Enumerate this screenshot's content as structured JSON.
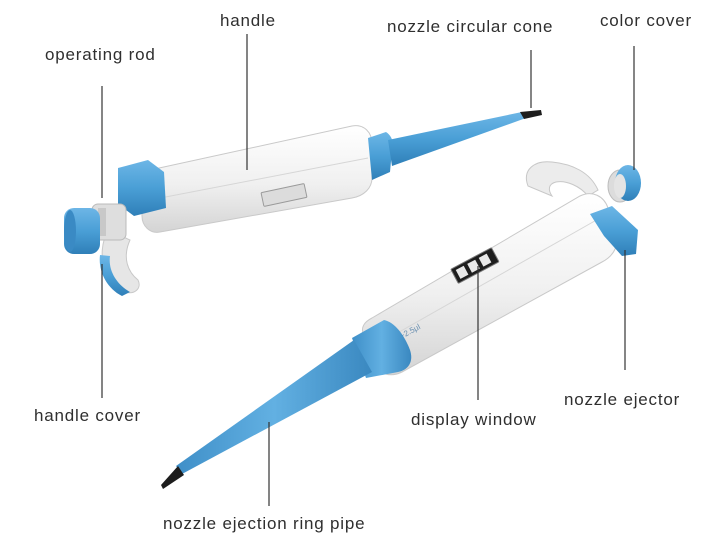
{
  "labels": {
    "handle": "handle",
    "nozzle_circular_cone": "nozzle circular cone",
    "color_cover": "color cover",
    "operating_rod": "operating rod",
    "handle_cover": "handle cover",
    "display_window": "display window",
    "nozzle_ejector": "nozzle ejector",
    "nozzle_ejection_ring_pipe": "nozzle ejection ring pipe"
  },
  "device": {
    "volume_marking": "0.1~2.5μl"
  },
  "colors": {
    "accent_blue": "#4a9fd6",
    "body_white": "#f2f2f2",
    "text": "#2f2f2f",
    "leader_line": "#333333"
  }
}
